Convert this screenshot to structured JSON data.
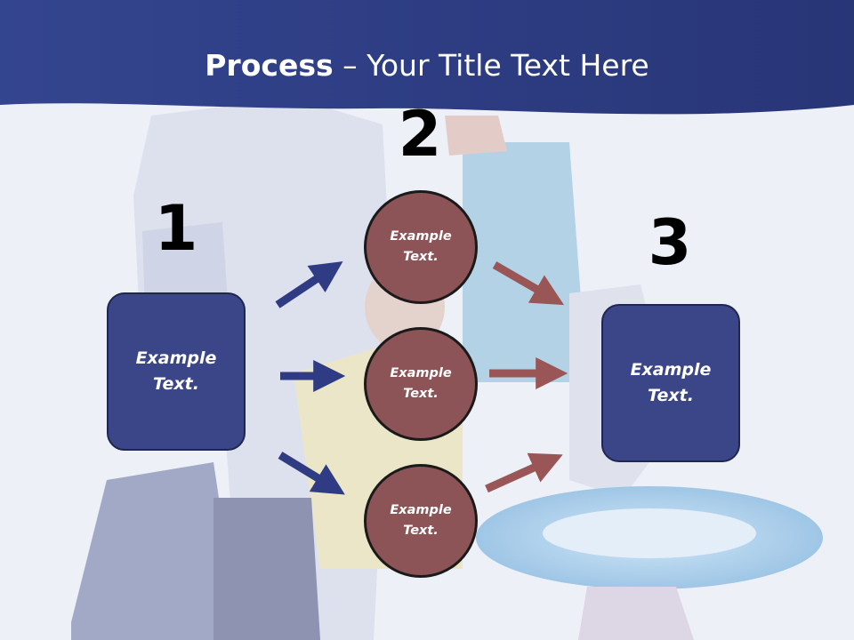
{
  "title": {
    "bold": "Process",
    "rest": " – Your Title Text Here"
  },
  "steps": {
    "one": "1",
    "two": "2",
    "three": "3"
  },
  "left_box": {
    "line1": "Example",
    "line2": "Text."
  },
  "right_box": {
    "line1": "Example",
    "line2": "Text."
  },
  "circles": [
    {
      "line1": "Example",
      "line2": "Text."
    },
    {
      "line1": "Example",
      "line2": "Text."
    },
    {
      "line1": "Example",
      "line2": "Text."
    }
  ],
  "colors": {
    "header": "#2e3a80",
    "box": "#3a4687",
    "circle": "#8d5457",
    "arrow_blue": "#2f3b82",
    "arrow_red": "#9a5656"
  }
}
